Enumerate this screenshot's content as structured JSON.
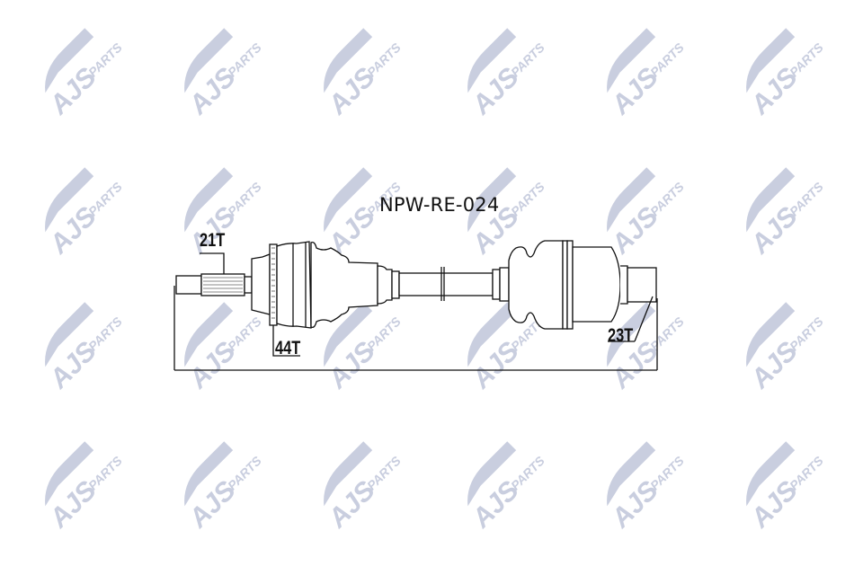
{
  "product": {
    "part_number": "NPW-RE-024"
  },
  "labels": {
    "spline_outer": "21T",
    "abs_ring": "44T",
    "spline_inner": "23T"
  },
  "watermark": {
    "text_main": "AJS",
    "text_sub": "PARTS",
    "color": "#c9cedf"
  },
  "colors": {
    "line": "#111111",
    "background": "#ffffff"
  }
}
